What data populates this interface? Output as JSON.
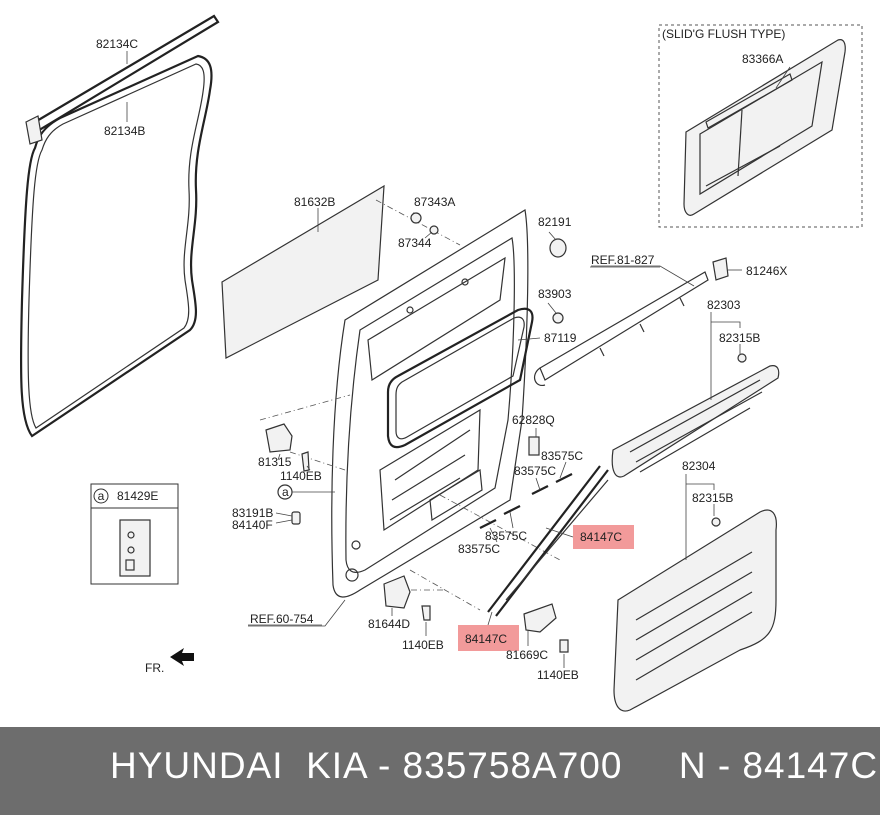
{
  "title_note": "(SLID'G FLUSH TYPE)",
  "labels": {
    "p82134C": "82134C",
    "p82134B": "82134B",
    "p81632B": "81632B",
    "p87343A": "87343A",
    "p87344": "87344",
    "p82191": "82191",
    "ref81827": "REF.81-827",
    "p81246X": "81246X",
    "p83903": "83903",
    "p87119": "87119",
    "p82303": "82303",
    "p82315B_top": "82315B",
    "p83366A": "83366A",
    "p62828Q": "62828Q",
    "p83575C_a": "83575C",
    "p83575C_b": "83575C",
    "p83575C_c": "83575C",
    "p83575C_d": "83575C",
    "p84147C_right": "84147C",
    "p84147C_left": "84147C",
    "p82304": "82304",
    "p82315B_bottom": "82315B",
    "p81315": "81315",
    "p1140EB_a": "1140EB",
    "circle_a": "a",
    "p83191B": "83191B",
    "p84140F": "84140F",
    "ref60754": "REF.60-754",
    "p81644D": "81644D",
    "p1140EB_b": "1140EB",
    "p81669C": "81669C",
    "p1140EB_c": "1140EB",
    "fr": "FR."
  },
  "legend_box": {
    "circle": "a",
    "part": "81429E"
  },
  "footer": {
    "text": "HYUNDAI  KIA - 835758A700     N - 84147C"
  },
  "colors": {
    "highlight": "#f29a9a",
    "footer_bg": "#6d6d6d",
    "footer_text": "#ffffff"
  }
}
